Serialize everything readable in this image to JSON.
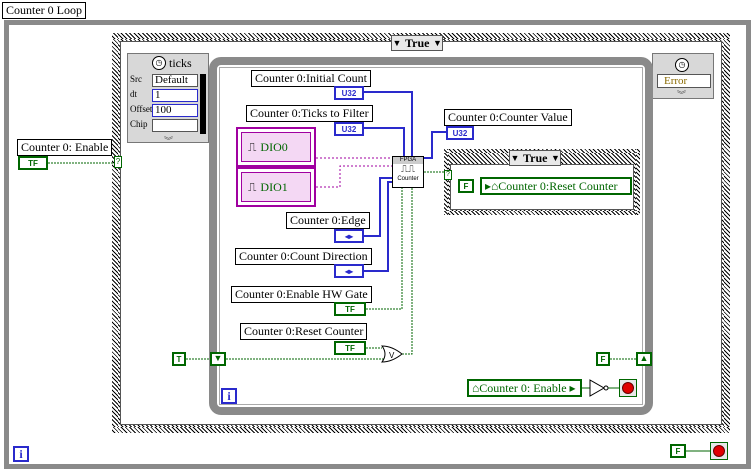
{
  "loop_title": "Counter 0 Loop",
  "enable_control": {
    "label": "Counter 0: Enable",
    "term": "TF"
  },
  "case_structure": {
    "selector": "True"
  },
  "left_node": {
    "ticks_label": "ticks",
    "rows": [
      "Default",
      "1",
      "100",
      ""
    ],
    "row_icons": [
      "Src",
      "dt",
      "Offset",
      "Chip"
    ]
  },
  "right_node": {
    "row": "Error"
  },
  "initial_count": {
    "label": "Counter 0:Initial Count",
    "term": "U32"
  },
  "ticks_to_filter": {
    "label": "Counter 0:Ticks to Filter",
    "term": "U32"
  },
  "dio0": {
    "label": "DIO0"
  },
  "dio1": {
    "label": "DIO1"
  },
  "fpga_node": {
    "line1": "FPGA",
    "line2": "Counter"
  },
  "counter_value": {
    "label": "Counter 0:Counter Value",
    "term": "U32"
  },
  "inner_case": {
    "selector": "True",
    "constant": "F",
    "local_var": "Counter 0:Reset Counter"
  },
  "edge": {
    "label": "Counter 0:Edge",
    "term": "◂▸"
  },
  "count_direction": {
    "label": "Counter 0:Count Direction",
    "term": "◂▸"
  },
  "enable_hw_gate": {
    "label": "Counter 0:Enable HW Gate",
    "term": "TF"
  },
  "reset_counter": {
    "label": "Counter 0:Reset Counter",
    "term": "TF"
  },
  "shift_reg_init": "T",
  "shift_reg_const": "F",
  "enable_local": {
    "label": "Counter 0: Enable"
  },
  "timed_iter": "i",
  "outer_iter": "i",
  "outer_stop_const": "F",
  "colors": {
    "bool": "#006600",
    "numeric": "#2a2acc",
    "fpga_io": "#a000a0",
    "structure": "#8a8a8a"
  }
}
